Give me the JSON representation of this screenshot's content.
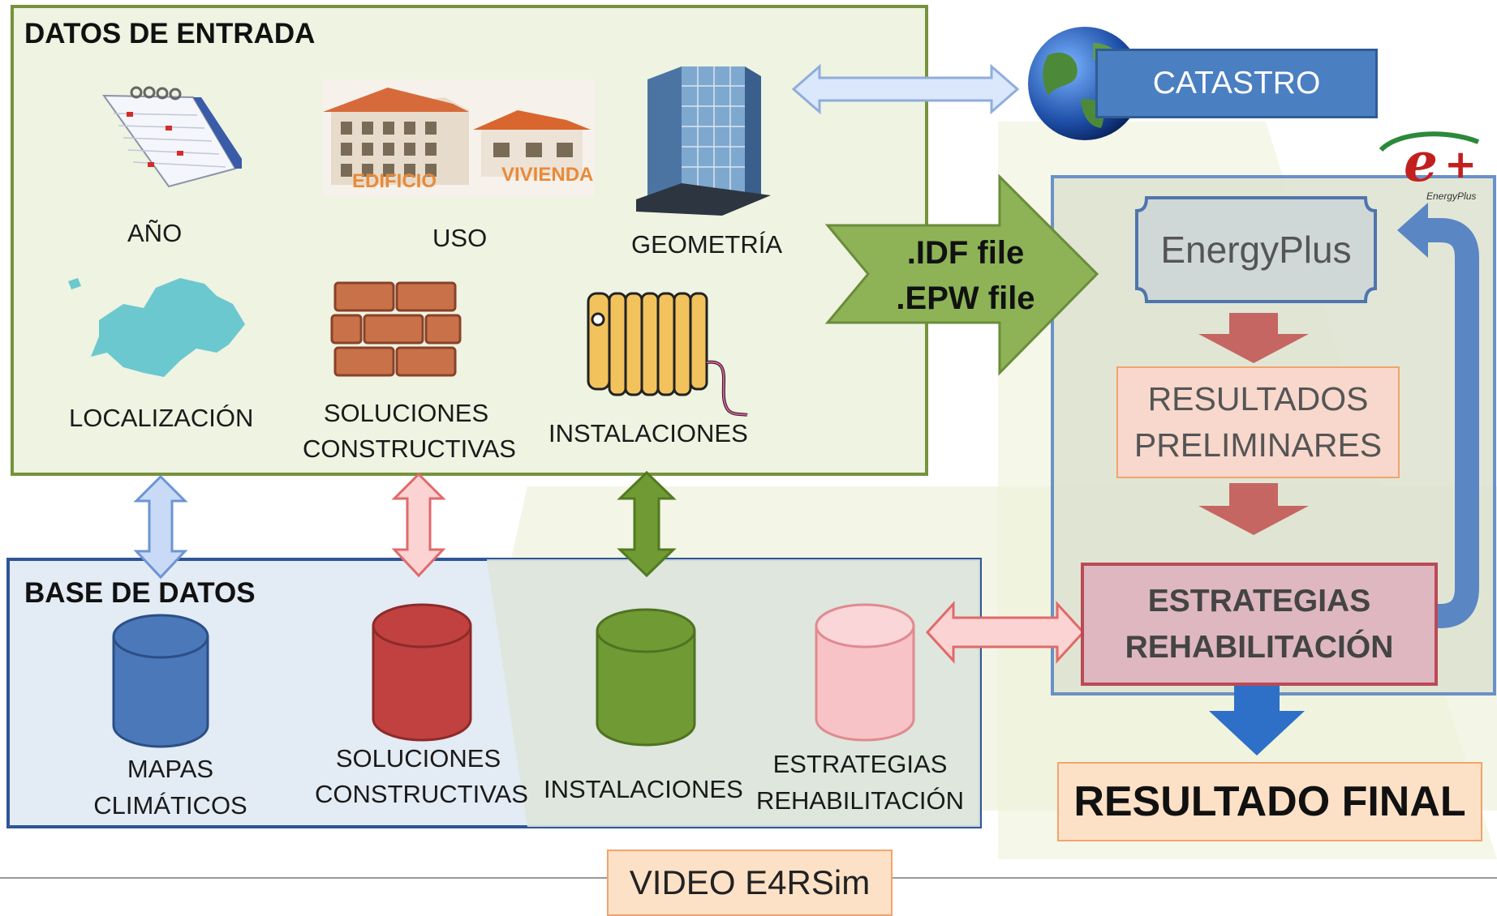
{
  "input_panel": {
    "title": "DATOS DE ENTRADA",
    "items": [
      {
        "label": "AÑO",
        "icon": "calendar-icon"
      },
      {
        "label": "USO",
        "icon": "buildings-icon",
        "sublabels": [
          "EDIFICIO",
          "VIVIENDA"
        ]
      },
      {
        "label": "GEOMETRÍA",
        "icon": "office-building-icon"
      },
      {
        "label": "LOCALIZACIÓN",
        "icon": "europe-map-icon"
      },
      {
        "label_line1": "SOLUCIONES",
        "label_line2": "CONSTRUCTIVAS",
        "icon": "brick-wall-icon"
      },
      {
        "label": "INSTALACIONES",
        "icon": "radiator-icon"
      }
    ]
  },
  "database_panel": {
    "title": "BASE DE DATOS",
    "items": [
      {
        "label_line1": "MAPAS",
        "label_line2": "CLIMÁTICOS",
        "color": "#4a78b8"
      },
      {
        "label_line1": "SOLUCIONES",
        "label_line2": "CONSTRUCTIVAS",
        "color": "#c0413f"
      },
      {
        "label": "INSTALACIONES",
        "color": "#6f9a34"
      },
      {
        "label_line1": "ESTRATEGIAS",
        "label_line2": "REHABILITACIÓN",
        "color": "#f7c3c6"
      }
    ]
  },
  "catastro": {
    "label": "CATASTRO",
    "icon": "globe-icon"
  },
  "files_arrow": {
    "line1": ".IDF file",
    "line2": ".EPW file"
  },
  "energyplus": {
    "logo": "energyplus-logo-icon",
    "logo_text": "EnergyPlus",
    "engine": "EnergyPlus",
    "results_line1": "RESULTADOS",
    "results_line2": "PRELIMINARES",
    "strategies_line1": "ESTRATEGIAS",
    "strategies_line2": "REHABILITACIÓN"
  },
  "final_result": "RESULTADO FINAL",
  "video_label": "VIDEO E4RSim",
  "colors": {
    "input_panel_border": "#76923c",
    "input_panel_fill": "#eef3e2",
    "db_panel_border": "#2f5597",
    "db_panel_fill": "#e3ebf4",
    "catastro_fill": "#4a7fc1",
    "arrow_green": "#8db356",
    "final_fill": "#fde1c7",
    "results_fill": "#f8d8cc"
  }
}
